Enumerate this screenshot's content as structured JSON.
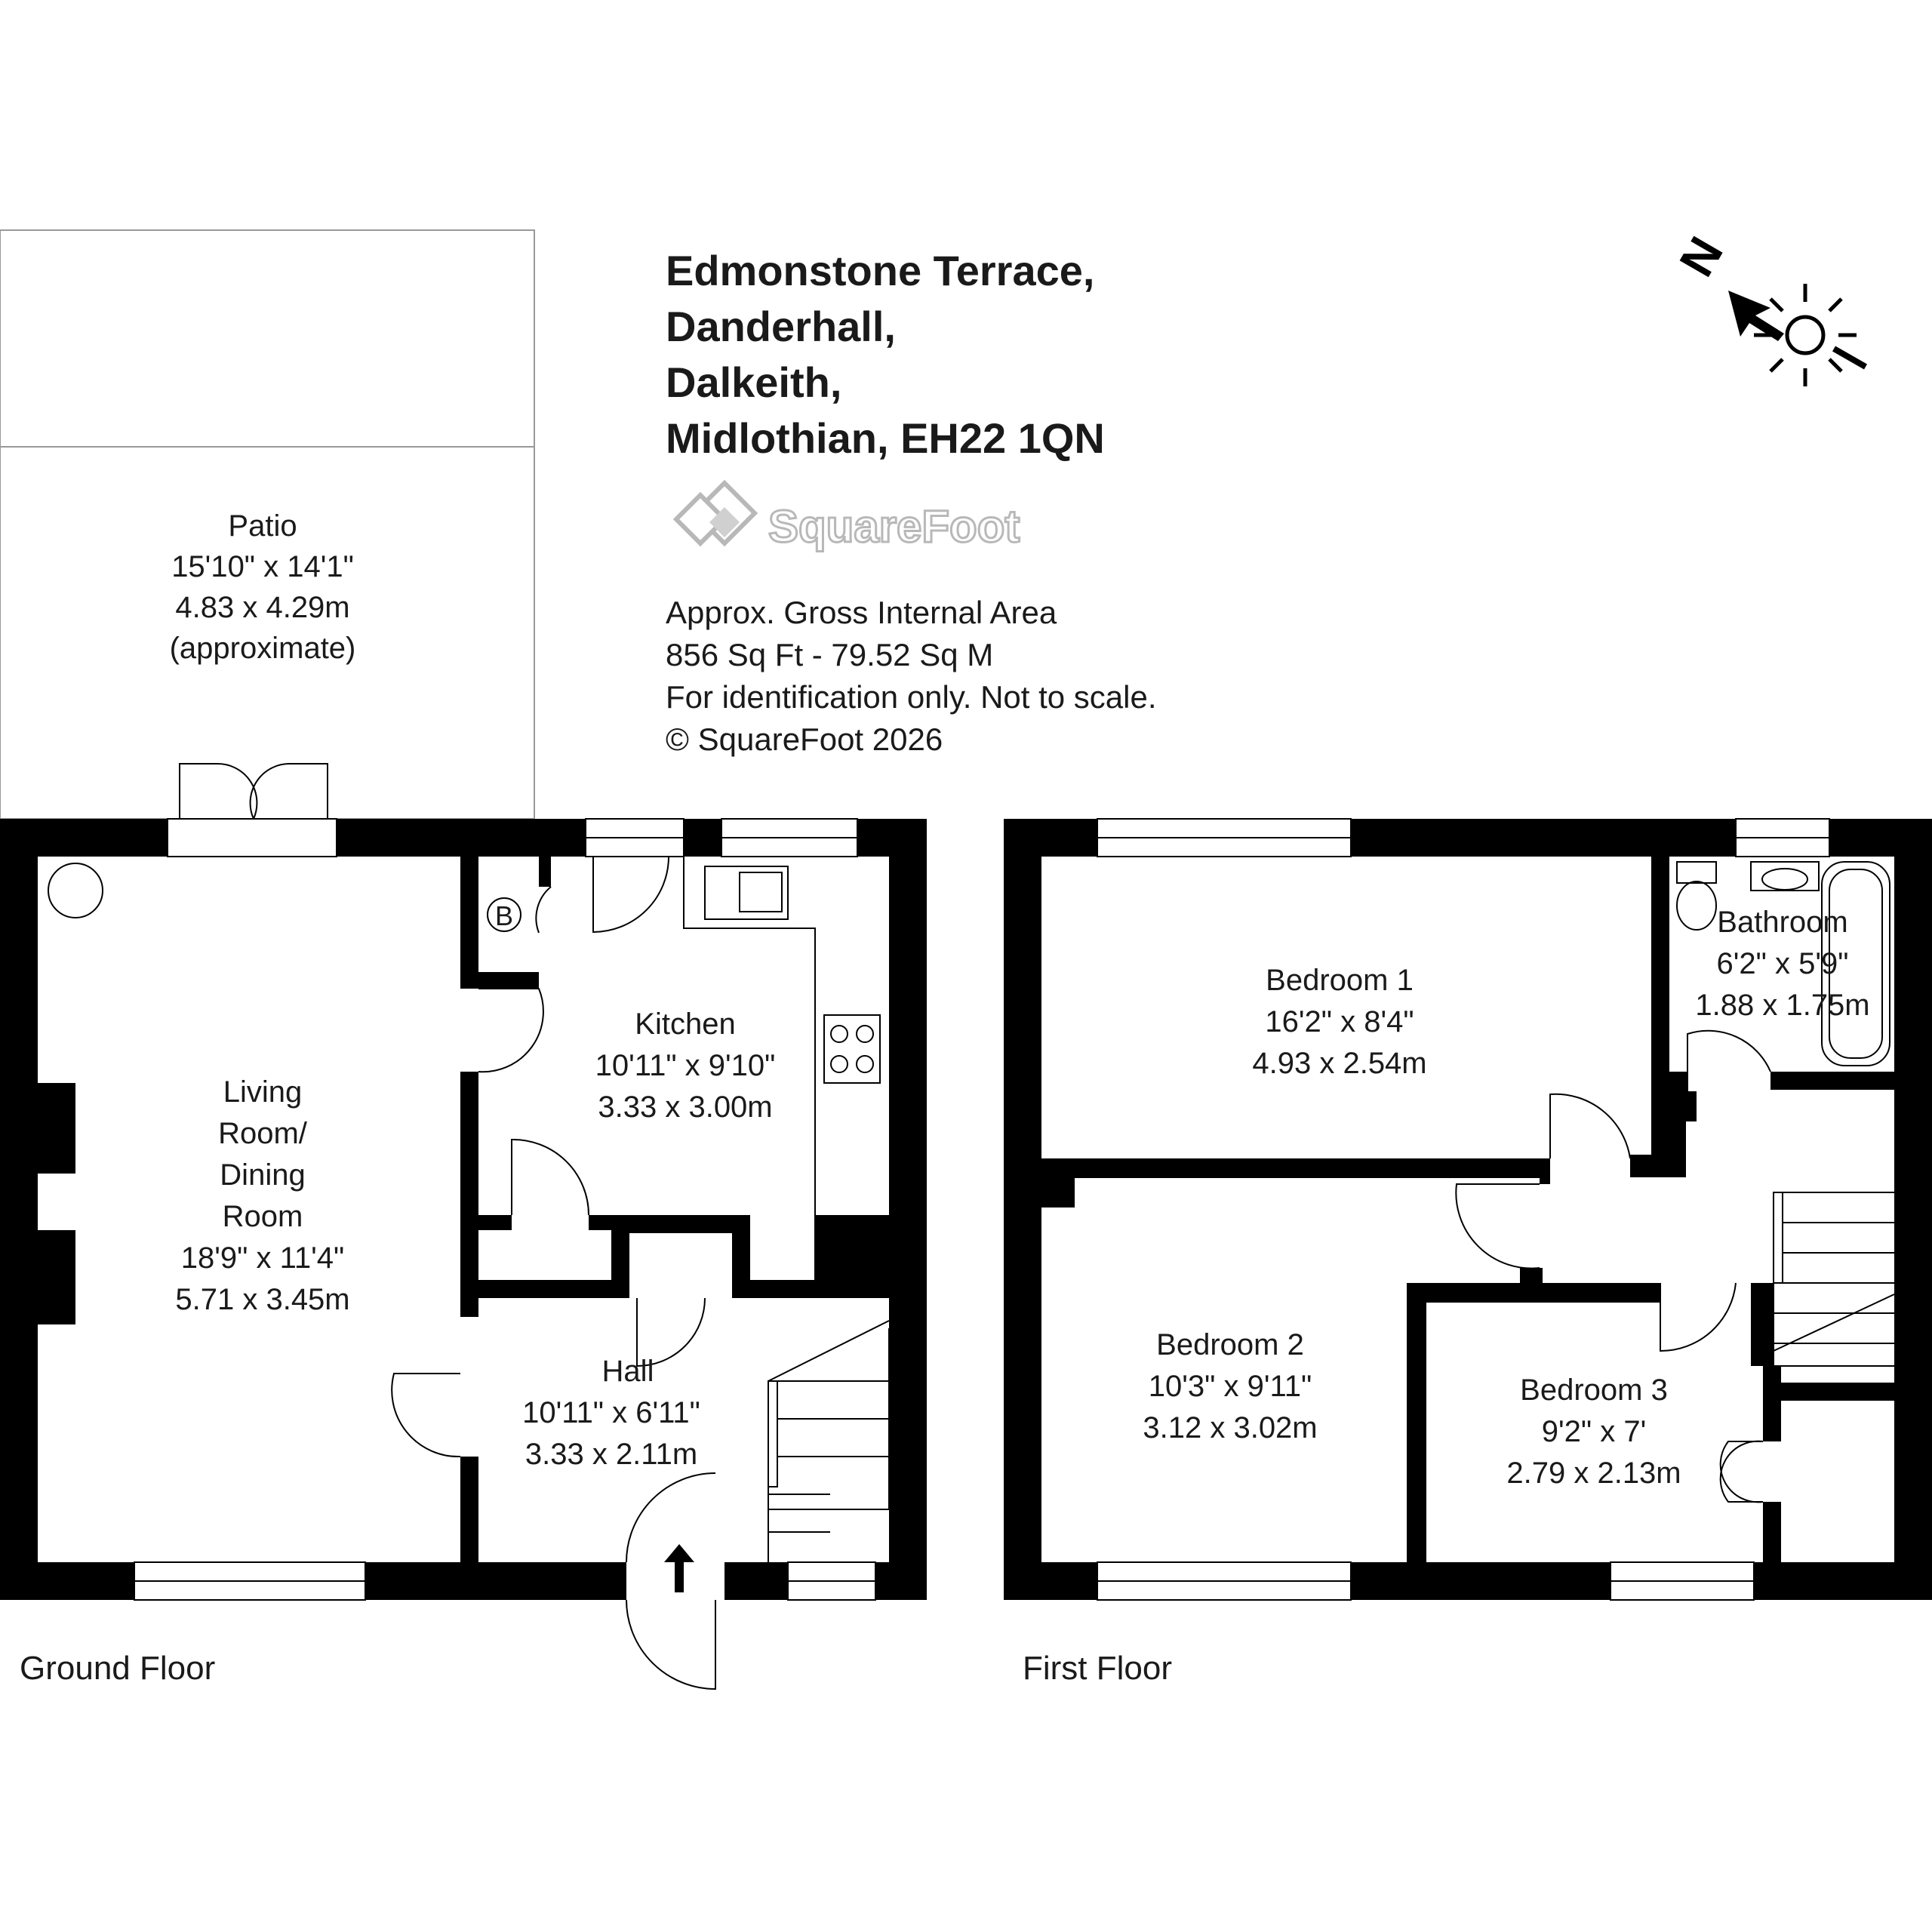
{
  "address": {
    "line1": "Edmonstone Terrace,",
    "line2": "Danderhall,",
    "line3": "Dalkeith,",
    "line4": "Midlothian, EH22 1QN"
  },
  "logo": {
    "text": "SquareFoot"
  },
  "info": {
    "line1": "Approx. Gross Internal Area",
    "line2": "856 Sq Ft  -  79.52 Sq M",
    "line3": "For identification only. Not to scale.",
    "line4": "© SquareFoot 2026"
  },
  "compass": {
    "letter": "N"
  },
  "floors": {
    "ground": "Ground Floor",
    "first": "First Floor"
  },
  "rooms": {
    "patio": {
      "name": "Patio",
      "imperial": "15'10\" x 14'1\"",
      "metric": "4.83 x 4.29m",
      "note": "(approximate)"
    },
    "living": {
      "name1": "Living",
      "name2": "Room/",
      "name3": "Dining",
      "name4": "Room",
      "imperial": "18'9\" x 11'4\"",
      "metric": "5.71 x 3.45m"
    },
    "kitchen": {
      "name": "Kitchen",
      "imperial": "10'11\" x 9'10\"",
      "metric": "3.33 x 3.00m"
    },
    "hall": {
      "name": "Hall",
      "imperial": "10'11\" x 6'11\"",
      "metric": "3.33 x 2.11m"
    },
    "boiler": {
      "name": "B"
    },
    "bedroom1": {
      "name": "Bedroom 1",
      "imperial": "16'2\" x 8'4\"",
      "metric": "4.93 x 2.54m"
    },
    "bedroom2": {
      "name": "Bedroom 2",
      "imperial": "10'3\" x 9'11\"",
      "metric": "3.12 x 3.02m"
    },
    "bedroom3": {
      "name": "Bedroom 3",
      "imperial": "9'2\" x 7'",
      "metric": "2.79 x 2.13m"
    },
    "bathroom": {
      "name": "Bathroom",
      "imperial": "6'2\" x 5'9\"",
      "metric": "1.88 x 1.75m"
    }
  }
}
